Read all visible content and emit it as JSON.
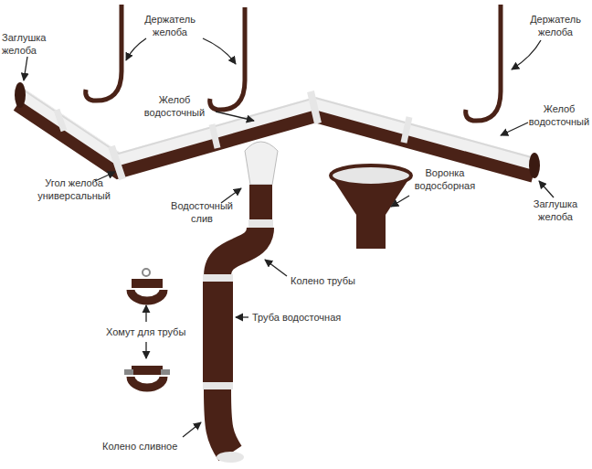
{
  "diagram": {
    "labels": [
      "Заглушка желоба",
      "Держатель желоба",
      "Держатель желоба",
      "Желоб водосточный",
      "Желоб водосточный",
      "Угол желоба универсальный",
      "Водосточный слив",
      "Воронка водосборная",
      "Заглушка желоба",
      "Колено трубы",
      "Хомут для трубы",
      "Труба водосточная",
      "Колено сливное"
    ]
  }
}
